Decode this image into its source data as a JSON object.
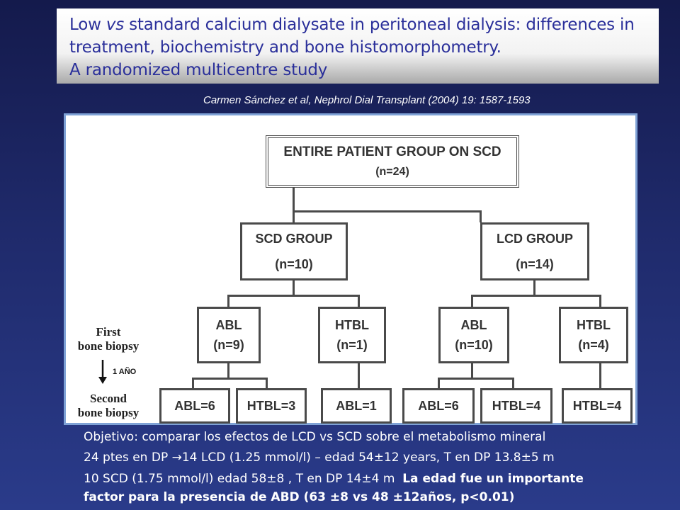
{
  "title": {
    "line1_pre": "Low ",
    "line1_vs": "vs",
    "line1_post": " standard calcium dialysate in peritoneal dialysis: differences in",
    "line2": "treatment, biochemistry and bone histomorphometry.",
    "line3": "A randomized multicentre study"
  },
  "citation": "Carmen Sánchez et al, Nephrol Dial Transplant (2004) 19: 1587-1593",
  "diagram": {
    "root": {
      "label": "ENTIRE PATIENT GROUP ON SCD",
      "n": "(n=24)"
    },
    "scd_group": {
      "label": "SCD GROUP",
      "n": "(n=10)"
    },
    "lcd_group": {
      "label": "LCD GROUP",
      "n": "(n=14)"
    },
    "first_biopsy": [
      {
        "label": "ABL",
        "n": "(n=9)"
      },
      {
        "label": "HTBL",
        "n": "(n=1)"
      },
      {
        "label": "ABL",
        "n": "(n=10)"
      },
      {
        "label": "HTBL",
        "n": "(n=4)"
      }
    ],
    "second_biopsy": [
      "ABL=6",
      "HTBL=3",
      "ABL=1",
      "ABL=6",
      "HTBL=4",
      "HTBL=4"
    ],
    "first_label_1": "First",
    "first_label_2": "bone biopsy",
    "second_label_1": "Second",
    "second_label_2": "bone biopsy",
    "interval_label": "1 AÑO"
  },
  "summary": {
    "line1": "Objetivo: comparar los efectos de LCD vs SCD sobre el metabolismo mineral",
    "line2": "24 ptes en DP →14 LCD (1.25 mmol/l) – edad 54±12 years, T en DP 13.8±5 m",
    "line3_normal": "10 SCD (1.75 mmol/l) edad 58±8 , T en DP 14±4 m  ",
    "line3_bold": "La edad fue un importante",
    "line4_bold": "factor para la presencia de ABD (63 ±8 vs 48 ±12años, p<0.01)"
  }
}
